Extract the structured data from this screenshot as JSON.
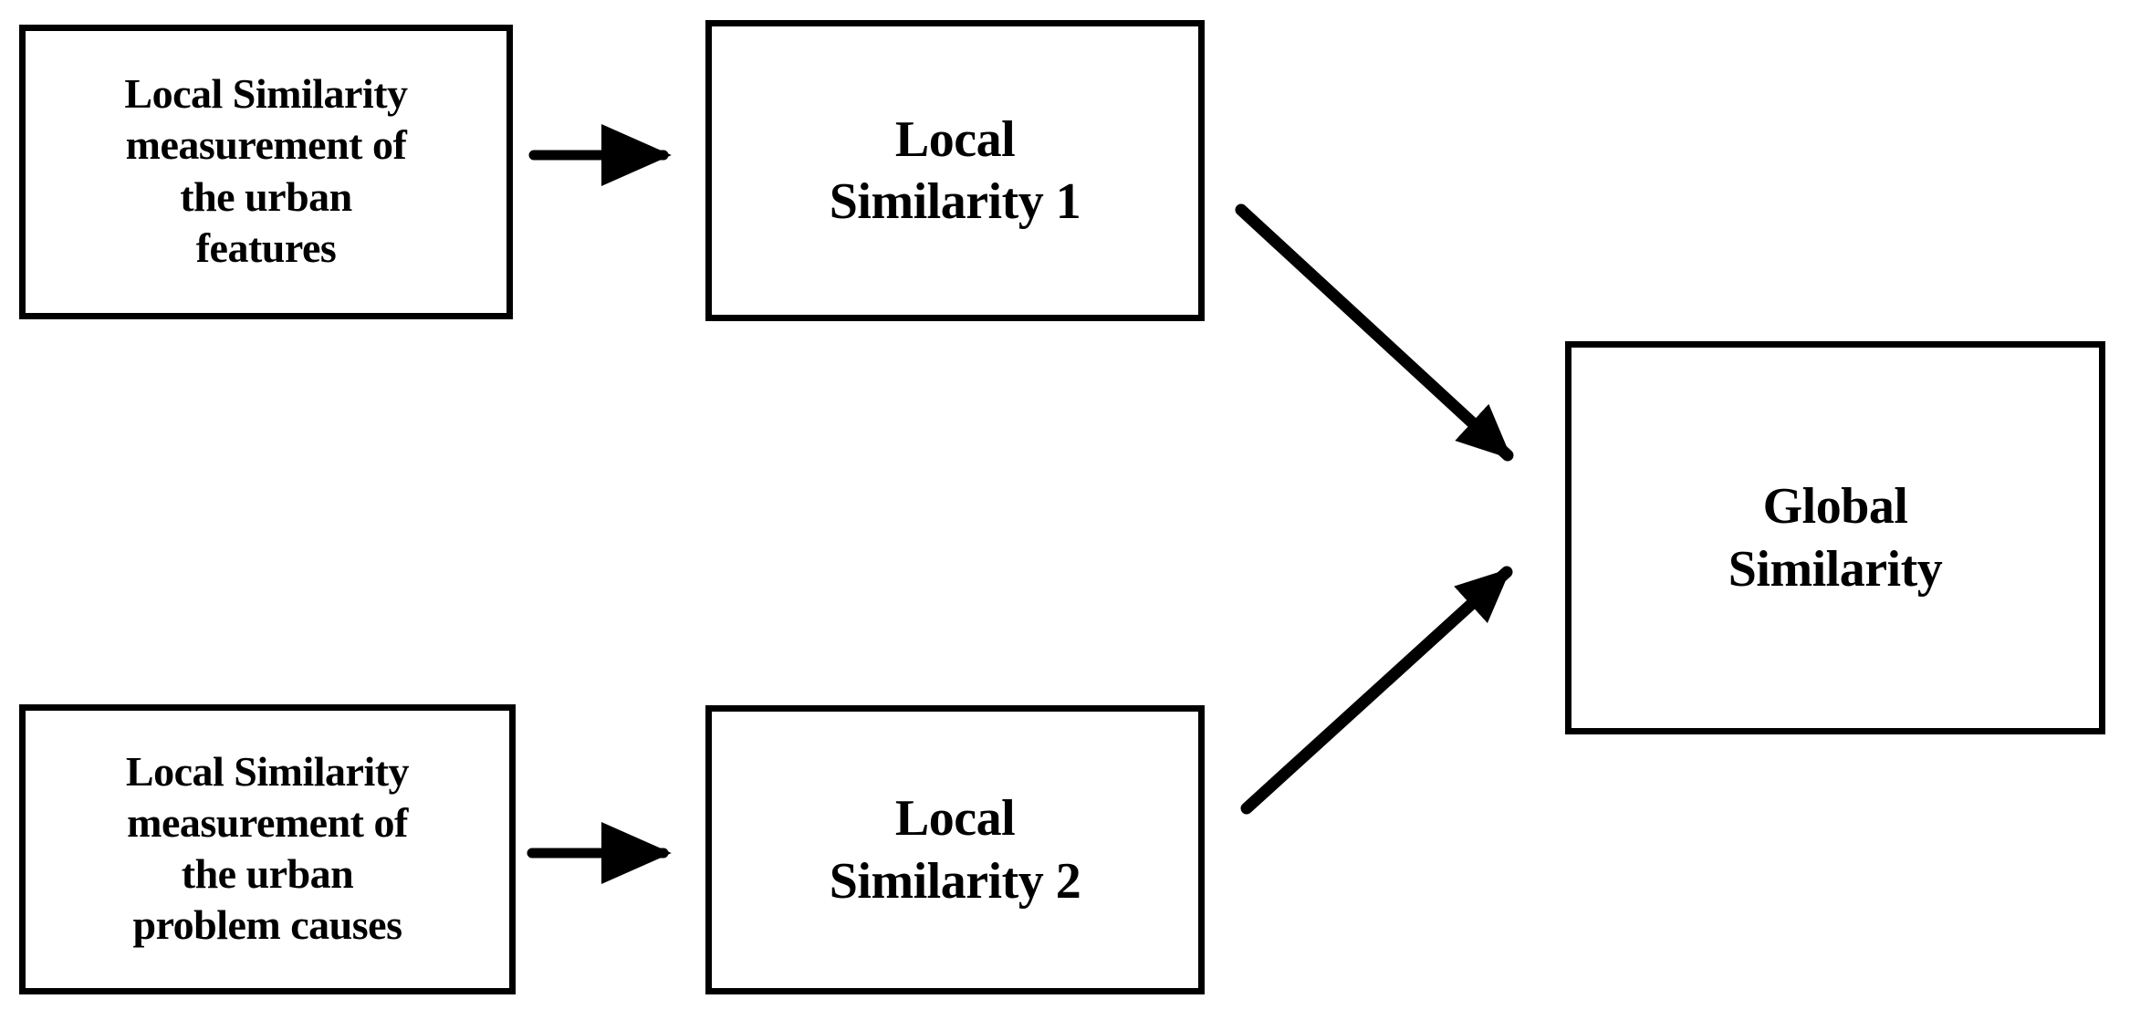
{
  "diagram": {
    "title": "Local to Global Similarity aggregation flow",
    "background_color": "#ffffff",
    "stroke_color": "#000000",
    "nodes": {
      "local_sim_features": {
        "label": "Local Similarity\nmeasurement of\nthe urban\nfeatures",
        "name": "local-similarity-features-box"
      },
      "local_sim_causes": {
        "label": "Local Similarity\nmeasurement of\nthe urban\nproblem causes",
        "name": "local-similarity-causes-box"
      },
      "local_sim_1": {
        "label": "Local\nSimilarity 1",
        "name": "local-similarity-1-box"
      },
      "local_sim_2": {
        "label": "Local\nSimilarity 2",
        "name": "local-similarity-2-box"
      },
      "global_sim": {
        "label": "Global\nSimilarity",
        "name": "global-similarity-box"
      }
    },
    "edges": [
      {
        "id": "edge-features-to-local1",
        "from": "local_sim_features",
        "to": "local_sim_1",
        "style": "straight-horizontal",
        "label": ""
      },
      {
        "id": "edge-causes-to-local2",
        "from": "local_sim_causes",
        "to": "local_sim_2",
        "style": "straight-horizontal",
        "label": ""
      },
      {
        "id": "edge-local1-to-global",
        "from": "local_sim_1",
        "to": "global_sim",
        "style": "diagonal-down",
        "label": ""
      },
      {
        "id": "edge-local2-to-global",
        "from": "local_sim_2",
        "to": "global_sim",
        "style": "diagonal-up",
        "label": ""
      }
    ]
  }
}
